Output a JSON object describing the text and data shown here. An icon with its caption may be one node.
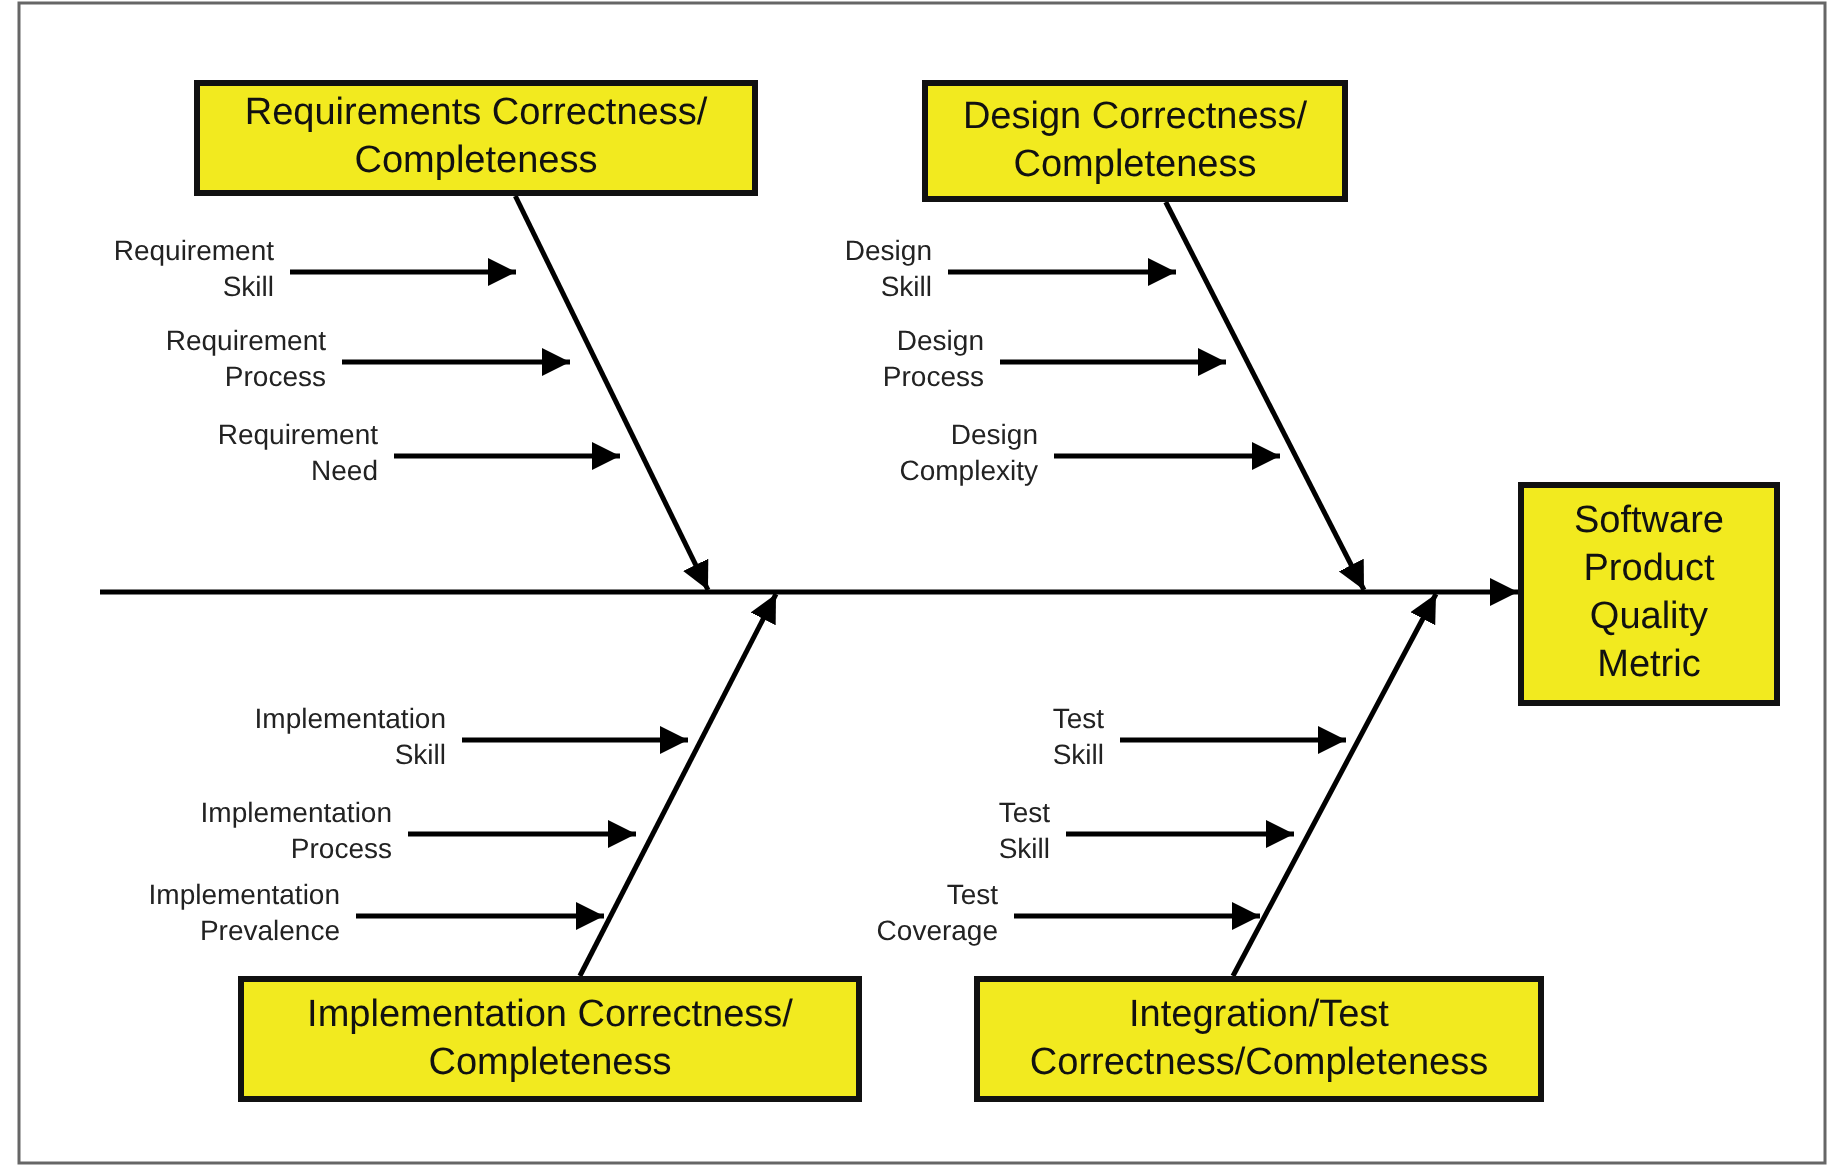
{
  "diagram": {
    "nodes": [
      {
        "text": [
          "Requirements Correctness/ Completeness"
        ]
      },
      {
        "text": [
          "Design Correctness/ Completeness"
        ]
      },
      {
        "text": [
          "Software Product Quality Metric"
        ]
      },
      {
        "text": [
          "Implementation Correctness/ Completeness"
        ]
      },
      {
        "text": [
          "Integration/Test Correctness/Completeness"
        ]
      },
      {
        "text": [
          "Requirement Skill"
        ]
      },
      {
        "text": [
          "Requirement Process"
        ]
      },
      {
        "text": [
          "Requirement Need"
        ]
      },
      {
        "text": [
          "Design Skill"
        ]
      },
      {
        "text": [
          "Design Process"
        ]
      },
      {
        "text": [
          "Design Complexity"
        ]
      },
      {
        "text": [
          "Implementation Skill"
        ]
      },
      {
        "text": [
          "Implementation Process"
        ]
      },
      {
        "text": [
          "Implementation Prevalence"
        ]
      },
      {
        "text": [
          "Test Skill"
        ]
      },
      {
        "text": [
          "Test Skill"
        ]
      },
      {
        "text": [
          "Test Coverage"
        ]
      }
    ],
    "edges": [
      {
        "from": null,
        "to": 2,
        "arrow": "to"
      },
      {
        "from": 0,
        "to": null,
        "arrow": "to"
      },
      {
        "from": 1,
        "to": null,
        "arrow": "to"
      },
      {
        "from": 3,
        "to": null,
        "arrow": "to"
      },
      {
        "from": 4,
        "to": null,
        "arrow": "to"
      },
      {
        "from": 5,
        "to": null,
        "arrow": "to"
      },
      {
        "from": 6,
        "to": null,
        "arrow": "to"
      },
      {
        "from": 7,
        "to": null,
        "arrow": "to"
      },
      {
        "from": 8,
        "to": null,
        "arrow": "to"
      },
      {
        "from": 9,
        "to": null,
        "arrow": "to"
      },
      {
        "from": 10,
        "to": null,
        "arrow": "to"
      },
      {
        "from": 11,
        "to": null,
        "arrow": "to"
      },
      {
        "from": 12,
        "to": null,
        "arrow": "to"
      },
      {
        "from": 13,
        "to": null,
        "arrow": "to"
      },
      {
        "from": 14,
        "to": null,
        "arrow": "to"
      },
      {
        "from": 15,
        "to": null,
        "arrow": "to"
      },
      {
        "from": 16,
        "to": null,
        "arrow": "to"
      }
    ]
  }
}
